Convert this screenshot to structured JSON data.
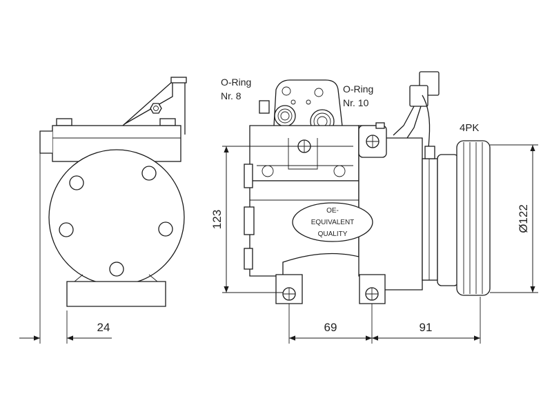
{
  "labels": {
    "oring_8_line1": "O-Ring",
    "oring_8_line2": "Nr. 8",
    "oring_10_line1": "O-Ring",
    "oring_10_line2": "Nr. 10",
    "pulley": "4PK"
  },
  "badge": {
    "line1": "OE-",
    "line2": "EQUIVALENT",
    "line3": "QUALITY"
  },
  "dimensions": {
    "width_front": "24",
    "height": "123",
    "mount_spacing": "69",
    "pulley_offset": "91",
    "pulley_diameter": "Ø122"
  },
  "colors": {
    "line": "#1a1a1a",
    "background": "#ffffff"
  }
}
